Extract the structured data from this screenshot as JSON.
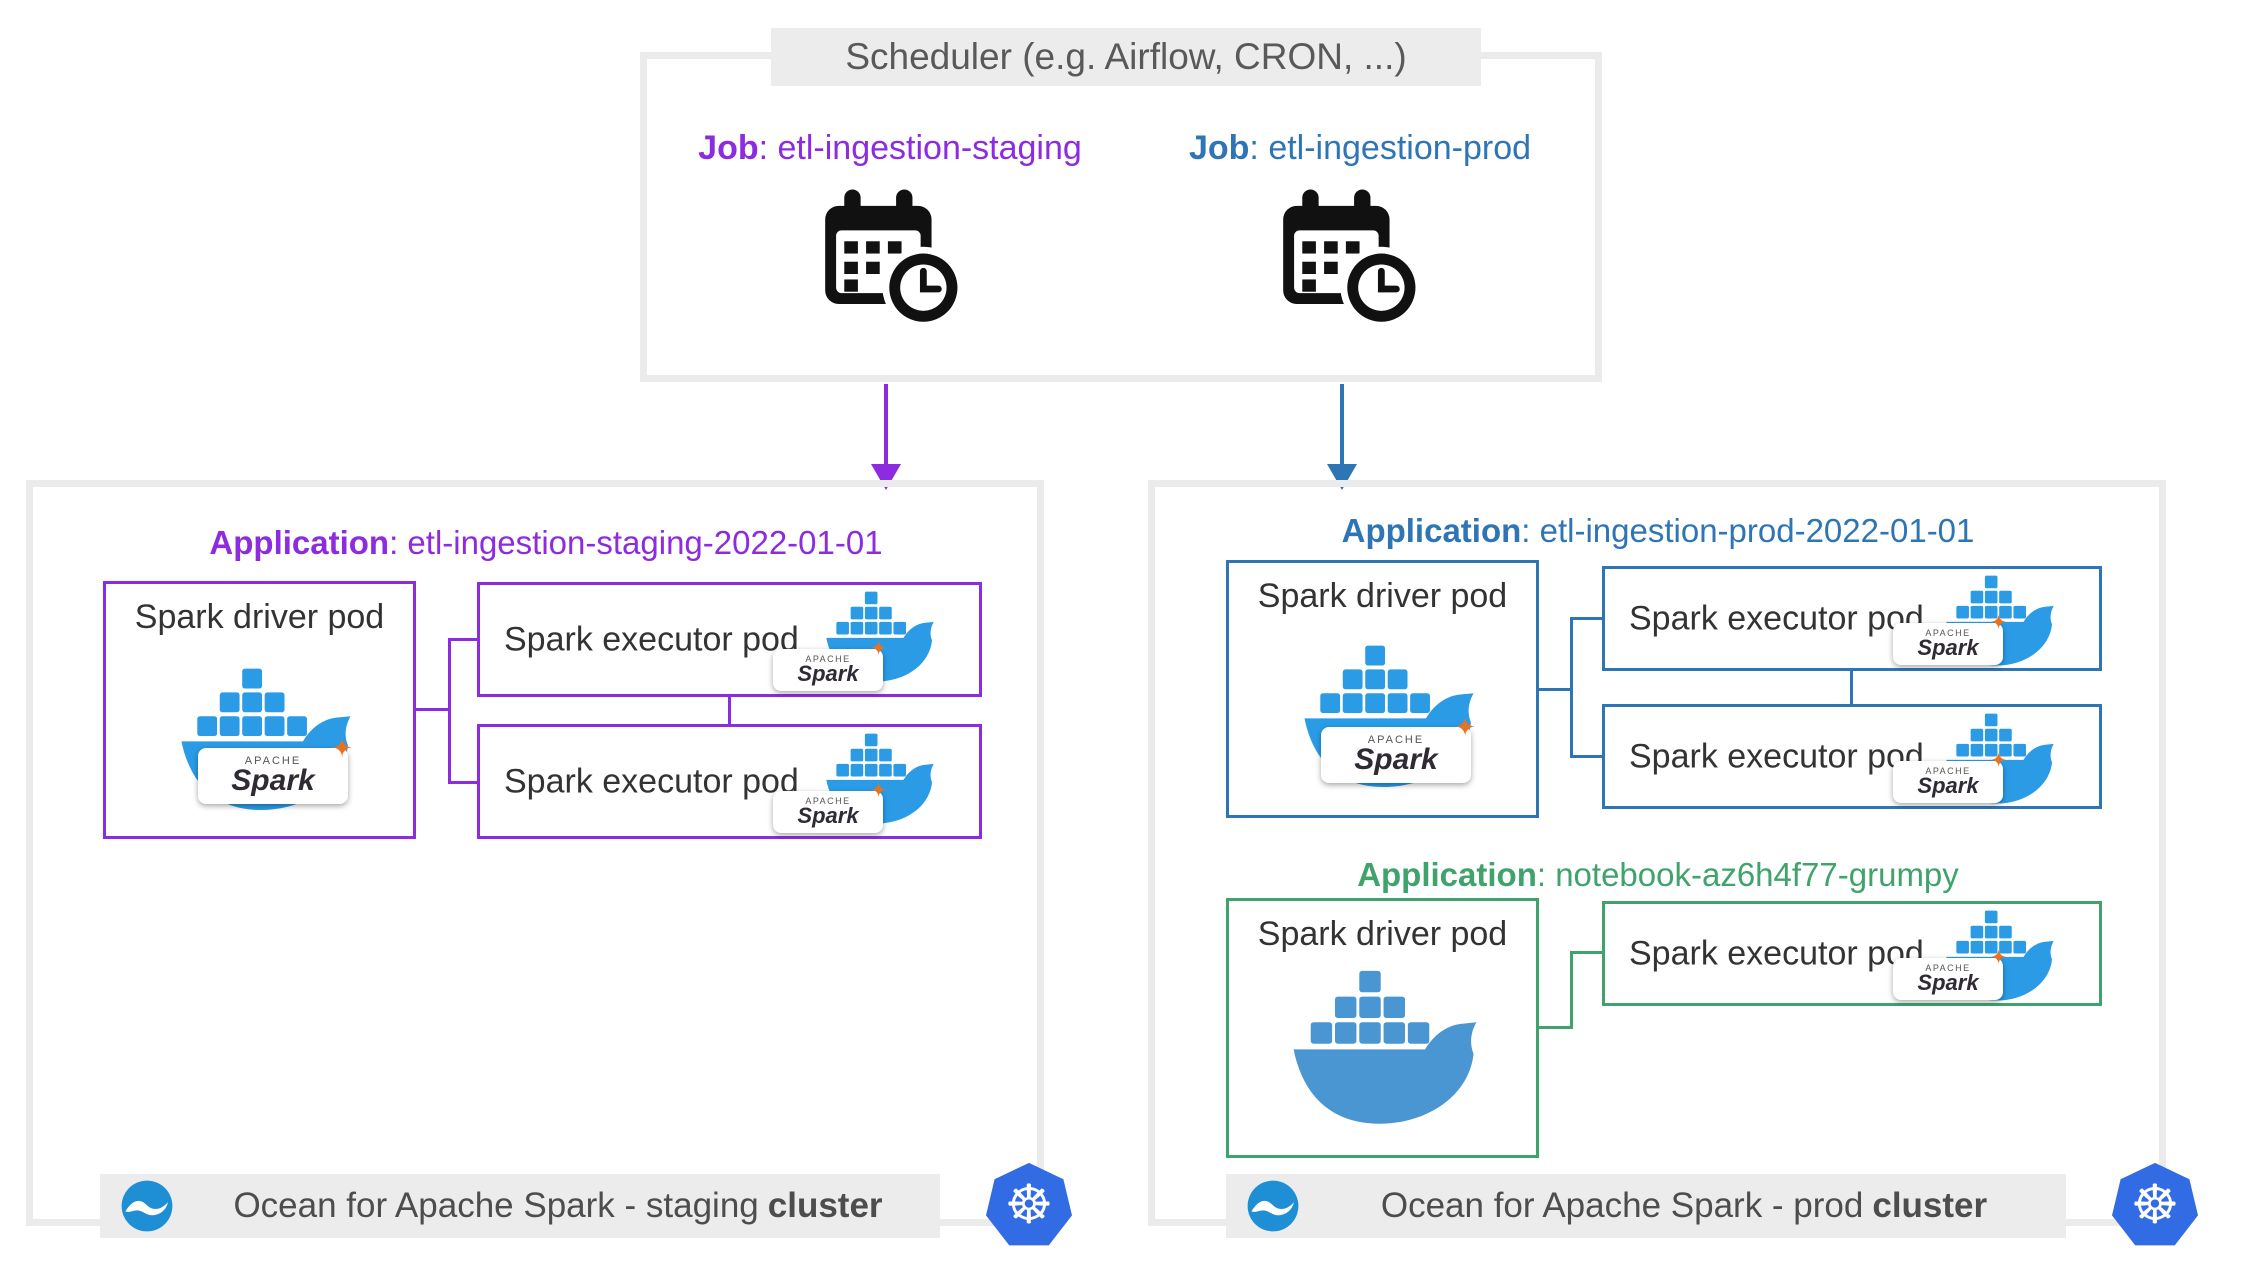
{
  "colors": {
    "staging_purple": "#8c2be0",
    "prod_blue": "#2e75b6",
    "notebook_green": "#3fa36b",
    "docker_blue": "#2b9be6",
    "docker_blue_plain": "#4a96d2",
    "spark_orange": "#e8731f",
    "kubernetes_blue": "#326ce5",
    "ocean_blue": "#1e8fd5",
    "frame_gray": "#ebebeb",
    "bar_gray": "#ececec",
    "text_gray": "#595959",
    "text_dark": "#333333"
  },
  "scheduler": {
    "title": "Scheduler (e.g. Airflow, CRON, ...)",
    "jobs": {
      "staging": {
        "prefix": "Job",
        "rest": ": etl-ingestion-staging"
      },
      "prod": {
        "prefix": "Job",
        "rest": ": etl-ingestion-prod"
      }
    }
  },
  "staging_cluster": {
    "application": {
      "prefix": "Application",
      "rest": ": etl-ingestion-staging-2022-01-01",
      "driver_label": "Spark driver pod",
      "executor1_label": "Spark executor pod",
      "executor2_label": "Spark executor pod"
    },
    "footer_text": "Ocean for Apache Spark - staging",
    "footer_bold": "cluster"
  },
  "prod_cluster": {
    "etl_application": {
      "prefix": "Application",
      "rest": ": etl-ingestion-prod-2022-01-01",
      "driver_label": "Spark driver pod",
      "executor1_label": "Spark executor pod",
      "executor2_label": "Spark executor pod"
    },
    "notebook_application": {
      "prefix": "Application",
      "rest": ": notebook-az6h4f77-grumpy",
      "driver_label": "Spark driver pod",
      "executor1_label": "Spark executor pod"
    },
    "footer_text": "Ocean for Apache Spark - prod",
    "footer_bold": "cluster"
  },
  "icons": {
    "spark_apache": "APACHE",
    "spark_word": "Spark",
    "spark_star_glyph": "✦",
    "kubernetes_glyph": "☸"
  }
}
